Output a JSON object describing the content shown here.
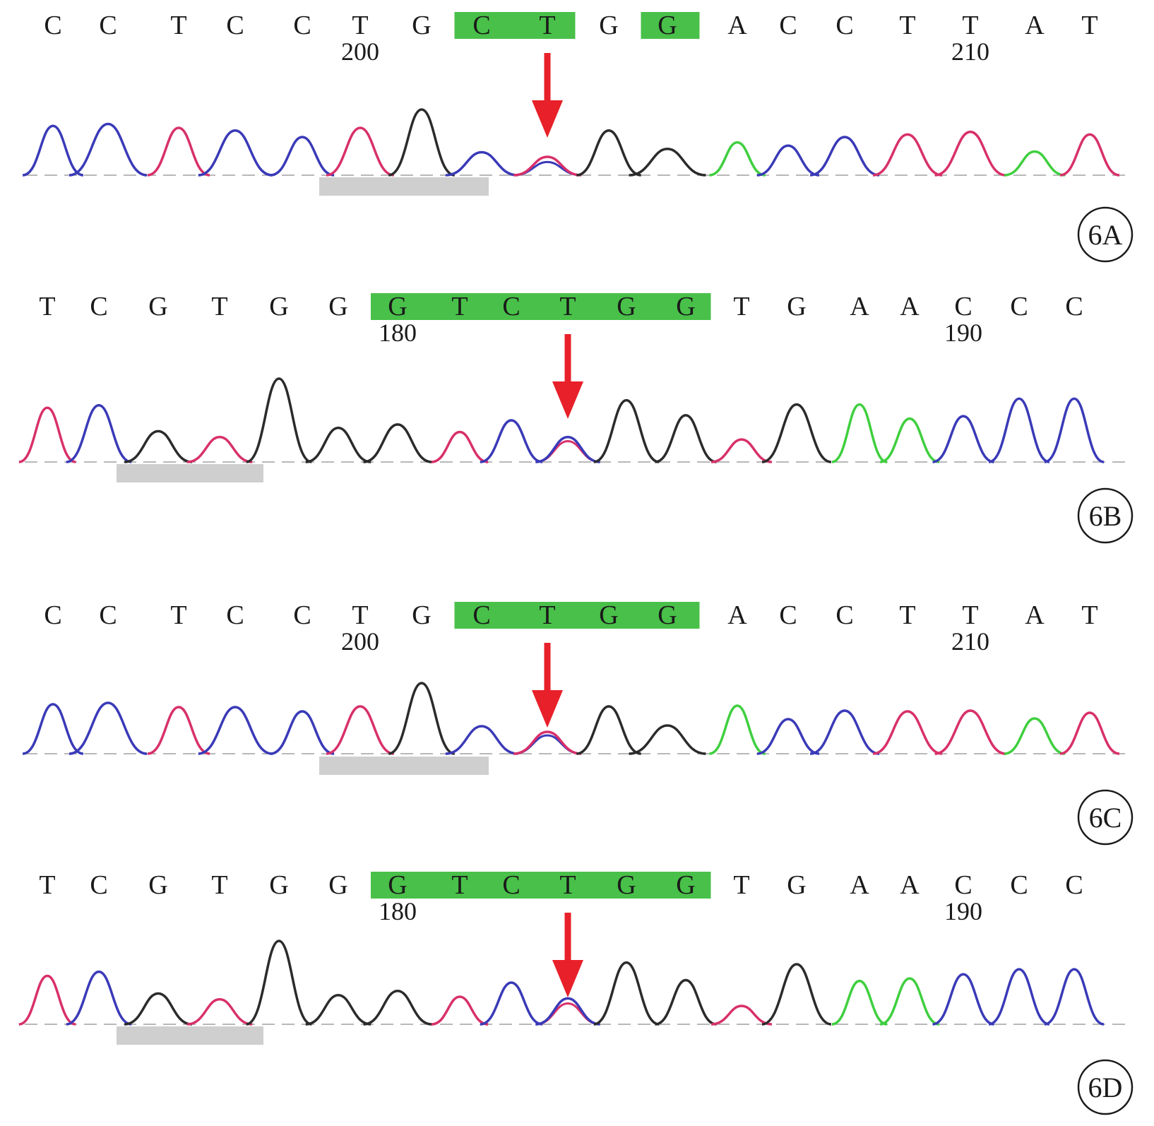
{
  "colors": {
    "A": "#3fcf3f",
    "C": "#3a3ab8",
    "G": "#2b2b2b",
    "T": "#d8306a",
    "highlight": "#35b935",
    "arrow": "#e8202a",
    "bar": "#cfcfcf"
  },
  "panels": [
    {
      "label": "6A",
      "sequence": [
        "C",
        "C",
        "T",
        "C",
        "C",
        "T",
        "G",
        "C",
        "T",
        "G",
        "G",
        "A",
        "C",
        "C",
        "T",
        "T",
        "A",
        "T"
      ],
      "position_labels": [
        {
          "text": "200",
          "base_index": 5
        },
        {
          "text": "210",
          "base_index": 15
        }
      ],
      "highlighted_bases": [
        7,
        8,
        10
      ],
      "arrow_base_index": 8,
      "peaks": [
        {
          "base": "C",
          "height": 0.75
        },
        {
          "base": "C",
          "height": 0.78
        },
        {
          "base": "T",
          "height": 0.72
        },
        {
          "base": "C",
          "height": 0.68
        },
        {
          "base": "C",
          "height": 0.58
        },
        {
          "base": "T",
          "height": 0.72
        },
        {
          "base": "G",
          "height": 1.0
        },
        {
          "base": "C",
          "height": 0.35
        },
        {
          "base": "T",
          "height": 0.28,
          "secondary": {
            "base": "C",
            "height": 0.2
          }
        },
        {
          "base": "G",
          "height": 0.68
        },
        {
          "base": "G",
          "height": 0.4
        },
        {
          "base": "A",
          "height": 0.5
        },
        {
          "base": "C",
          "height": 0.45
        },
        {
          "base": "C",
          "height": 0.58
        },
        {
          "base": "T",
          "height": 0.62
        },
        {
          "base": "T",
          "height": 0.66
        },
        {
          "base": "A",
          "height": 0.36
        },
        {
          "base": "T",
          "height": 0.62
        }
      ]
    },
    {
      "label": "6B",
      "sequence": [
        "T",
        "C",
        "G",
        "T",
        "G",
        "G",
        "G",
        "T",
        "C",
        "T",
        "G",
        "G",
        "T",
        "G",
        "A",
        "A",
        "C",
        "C",
        "C"
      ],
      "position_labels": [
        {
          "text": "180",
          "base_index": 6
        },
        {
          "text": "190",
          "base_index": 16
        }
      ],
      "highlighted_bases": [
        6,
        7,
        8,
        9,
        10,
        11
      ],
      "arrow_base_index": 9,
      "peaks": [
        {
          "base": "T",
          "height": 0.65
        },
        {
          "base": "C",
          "height": 0.68
        },
        {
          "base": "G",
          "height": 0.37
        },
        {
          "base": "T",
          "height": 0.3
        },
        {
          "base": "G",
          "height": 1.0
        },
        {
          "base": "G",
          "height": 0.41
        },
        {
          "base": "G",
          "height": 0.45
        },
        {
          "base": "T",
          "height": 0.36
        },
        {
          "base": "C",
          "height": 0.5
        },
        {
          "base": "C",
          "height": 0.3,
          "secondary": {
            "base": "T",
            "height": 0.25
          }
        },
        {
          "base": "G",
          "height": 0.74
        },
        {
          "base": "G",
          "height": 0.56
        },
        {
          "base": "T",
          "height": 0.27
        },
        {
          "base": "G",
          "height": 0.69
        },
        {
          "base": "A",
          "height": 0.69
        },
        {
          "base": "A",
          "height": 0.52
        },
        {
          "base": "C",
          "height": 0.55
        },
        {
          "base": "C",
          "height": 0.76
        },
        {
          "base": "C",
          "height": 0.76
        }
      ]
    },
    {
      "label": "6C",
      "sequence": [
        "C",
        "C",
        "T",
        "C",
        "C",
        "T",
        "G",
        "C",
        "T",
        "G",
        "G",
        "A",
        "C",
        "C",
        "T",
        "T",
        "A",
        "T"
      ],
      "position_labels": [
        {
          "text": "200",
          "base_index": 5
        },
        {
          "text": "210",
          "base_index": 15
        }
      ],
      "highlighted_bases": [
        7,
        8,
        9,
        10
      ],
      "arrow_base_index": 8,
      "peaks": [
        {
          "base": "C",
          "height": 0.7
        },
        {
          "base": "C",
          "height": 0.72
        },
        {
          "base": "T",
          "height": 0.66
        },
        {
          "base": "C",
          "height": 0.66
        },
        {
          "base": "C",
          "height": 0.6
        },
        {
          "base": "T",
          "height": 0.67
        },
        {
          "base": "G",
          "height": 1.0
        },
        {
          "base": "C",
          "height": 0.39
        },
        {
          "base": "T",
          "height": 0.31,
          "secondary": {
            "base": "C",
            "height": 0.26
          }
        },
        {
          "base": "G",
          "height": 0.67
        },
        {
          "base": "G",
          "height": 0.4
        },
        {
          "base": "A",
          "height": 0.68
        },
        {
          "base": "C",
          "height": 0.49
        },
        {
          "base": "C",
          "height": 0.61
        },
        {
          "base": "T",
          "height": 0.6
        },
        {
          "base": "T",
          "height": 0.61
        },
        {
          "base": "A",
          "height": 0.5
        },
        {
          "base": "T",
          "height": 0.58
        }
      ]
    },
    {
      "label": "6D",
      "sequence": [
        "T",
        "C",
        "G",
        "T",
        "G",
        "G",
        "G",
        "T",
        "C",
        "T",
        "G",
        "G",
        "T",
        "G",
        "A",
        "A",
        "C",
        "C",
        "C"
      ],
      "position_labels": [
        {
          "text": "180",
          "base_index": 6
        },
        {
          "text": "190",
          "base_index": 16
        }
      ],
      "highlighted_bases": [
        6,
        7,
        8,
        9,
        10,
        11
      ],
      "arrow_base_index": 9,
      "peaks": [
        {
          "base": "T",
          "height": 0.58
        },
        {
          "base": "C",
          "height": 0.63
        },
        {
          "base": "G",
          "height": 0.37
        },
        {
          "base": "T",
          "height": 0.3
        },
        {
          "base": "G",
          "height": 1.0
        },
        {
          "base": "G",
          "height": 0.35
        },
        {
          "base": "G",
          "height": 0.4
        },
        {
          "base": "T",
          "height": 0.33
        },
        {
          "base": "C",
          "height": 0.5
        },
        {
          "base": "C",
          "height": 0.31,
          "secondary": {
            "base": "T",
            "height": 0.25
          }
        },
        {
          "base": "G",
          "height": 0.74
        },
        {
          "base": "G",
          "height": 0.53
        },
        {
          "base": "T",
          "height": 0.22
        },
        {
          "base": "G",
          "height": 0.72
        },
        {
          "base": "A",
          "height": 0.52
        },
        {
          "base": "A",
          "height": 0.55
        },
        {
          "base": "C",
          "height": 0.6
        },
        {
          "base": "C",
          "height": 0.66
        },
        {
          "base": "C",
          "height": 0.66
        }
      ]
    }
  ]
}
